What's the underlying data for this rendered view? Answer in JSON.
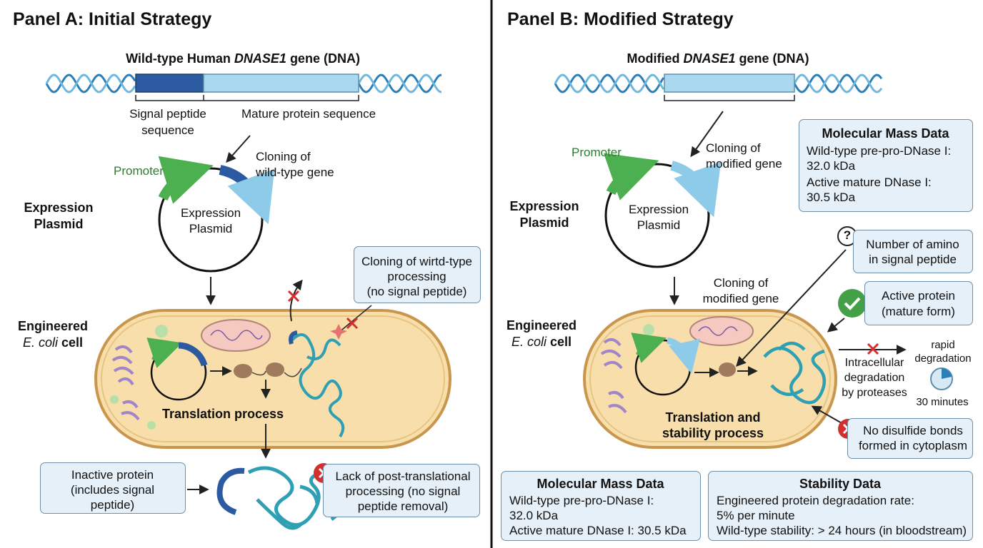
{
  "panelA": {
    "title": "Panel A: Initial Strategy",
    "gene_prefix": "Wild-type Human ",
    "gene_name": "DNASE1",
    "gene_suffix": " gene (DNA)",
    "signal_label_1": "Signal peptide",
    "signal_label_2": "sequence",
    "mature_label": "Mature protein sequence",
    "cloning_label_1": "Cloning of",
    "cloning_label_2": "wild-type gene",
    "promoter": "Promoter",
    "plasmid_inner_1": "Expression",
    "plasmid_inner_2": "Plasmid",
    "plasmid_side_1": "Expression",
    "plasmid_side_2": "Plasmid",
    "cell_side_1": "Engineered",
    "cell_side_2a": "E. coli",
    "cell_side_2b": " cell",
    "processing_box": [
      "Cloning of wirtd-type",
      "processing",
      "(no signal peptide)"
    ],
    "translation": "Translation process",
    "inactive_box": [
      "Inactive protein",
      "(includes signal",
      "peptide)"
    ],
    "lack_box": [
      "Lack of post-translational",
      "processing (no signal",
      "peptide removal)"
    ]
  },
  "panelB": {
    "title": "Panel B: Modified Strategy",
    "gene_prefix": "Modified ",
    "gene_name": "DNASE1",
    "gene_suffix": " gene (DNA)",
    "promoter": "Promoter",
    "cloning_top_1": "Cloning of",
    "cloning_top_2": "modified gene",
    "plasmid_inner_1": "Expression",
    "plasmid_inner_2": "Plasmid",
    "plasmid_side_1": "Expression",
    "plasmid_side_2": "Plasmid",
    "mass_box": {
      "title": "Molecular Mass Data",
      "lines": [
        "Wild-type pre-pro-DNase I:",
        "32.0 kDa",
        "Active mature DNase I:",
        "30.5 kDa"
      ]
    },
    "question_mark": "?",
    "amino_box": [
      "Number of amino",
      "in signal peptide"
    ],
    "cloning_mid_1": "Cloning of",
    "cloning_mid_2": "modified gene",
    "active_box": [
      "Active protein",
      "(mature form)"
    ],
    "cell_side_1": "Engineered",
    "cell_side_2a": "E. coli",
    "cell_side_2b": " cell",
    "degradation_1": "Intracellular",
    "degradation_2": "degradation",
    "degradation_3": "by proteases",
    "rapid_1": "rapid",
    "rapid_2": "degradation",
    "minutes": "30 minutes",
    "translation_1": "Translation and",
    "translation_2": "stability process",
    "disulfide_box": [
      "No disulfide bonds",
      "formed in cytoplasm"
    ],
    "bottom_mass": {
      "title": "Molecular Mass Data",
      "lines": [
        "Wild-type pre-pro-DNase I:",
        "32.0 kDa",
        "Active mature DNase I: 30.5 kDa"
      ]
    },
    "stability": {
      "title": "Stability Data",
      "lines": [
        "Engineered protein degradation rate:",
        "5% per minute",
        "Wild-type stability: > 24 hours (in bloodstream)"
      ]
    }
  },
  "colors": {
    "signal_segment": "#2c5aa0",
    "mature_segment": "#aad8ee",
    "promoter": "#4caf50",
    "cell_fill": "#f8deaa",
    "cell_border": "#c9964d",
    "protein": "#2f9fb3",
    "box_fill": "#e6f0f8",
    "error_red": "#d32f2f",
    "check_green": "#43a047"
  }
}
